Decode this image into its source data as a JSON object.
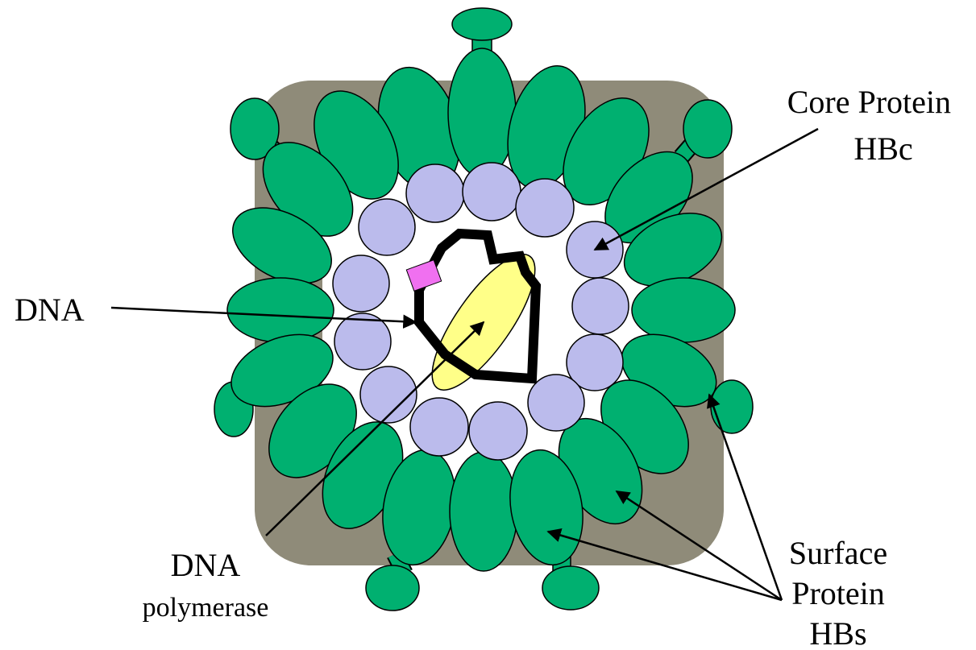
{
  "labels": {
    "core_protein": [
      "Core Protein",
      "HBc"
    ],
    "dna": "DNA",
    "dna_polymerase": [
      "DNA",
      "polymerase"
    ],
    "surface_protein": [
      "Surface",
      "Protein",
      "HBs"
    ]
  },
  "colors": {
    "surface_protein": "#00b070",
    "envelope": "#8f8b79",
    "core_protein": "#bbbbec",
    "dna_polymerase": "#ffff88",
    "attached_protein": "#f070f0",
    "outline": "#000000"
  }
}
